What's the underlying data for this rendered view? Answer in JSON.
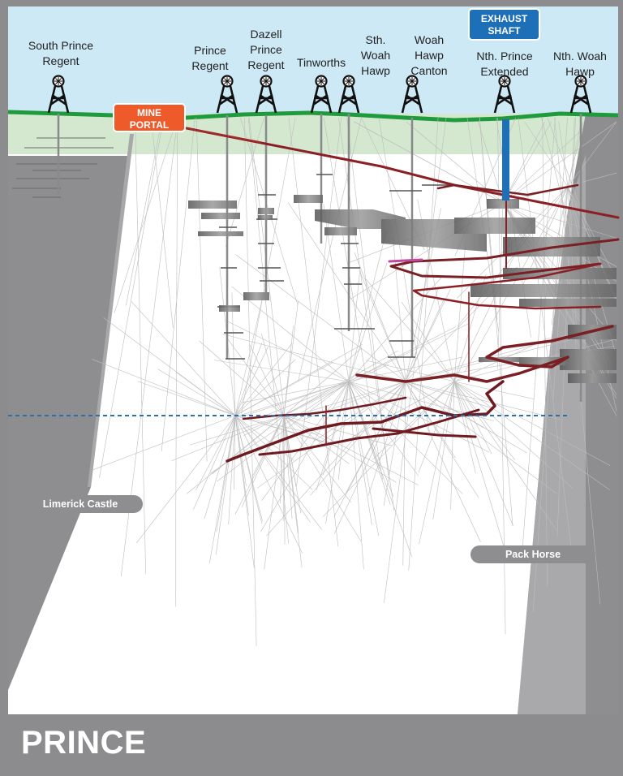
{
  "title": "PRINCE",
  "badges": {
    "mine_portal": "MINE\nPORTAL",
    "exhaust_shaft": "EXHAUST\nSHAFT"
  },
  "sites": [
    {
      "label": "South Prince\nRegent"
    },
    {
      "label": "Prince\nRegent"
    },
    {
      "label": "Dazell\nPrince\nRegent"
    },
    {
      "label": "Tinworths"
    },
    {
      "label": "Sth.\nWoah\nHawp"
    },
    {
      "label": "Woah\nHawp\nCanton"
    },
    {
      "label": "Nth. Prince\nExtended"
    },
    {
      "label": "Nth. Woah\nHawp"
    }
  ],
  "zones": {
    "left": "Limerick Castle",
    "right": "Pack Horse"
  },
  "colors": {
    "sky": "#cde9f5",
    "surface_band": "#d3e8cf",
    "ground_line": "#1f9a3c",
    "rock": "#8e8e90",
    "drive_red": "#7a1f24",
    "exhaust_blue": "#1d6fb8",
    "portal_orange": "#ef5a2a",
    "datum_line": "#2a6fb0"
  }
}
